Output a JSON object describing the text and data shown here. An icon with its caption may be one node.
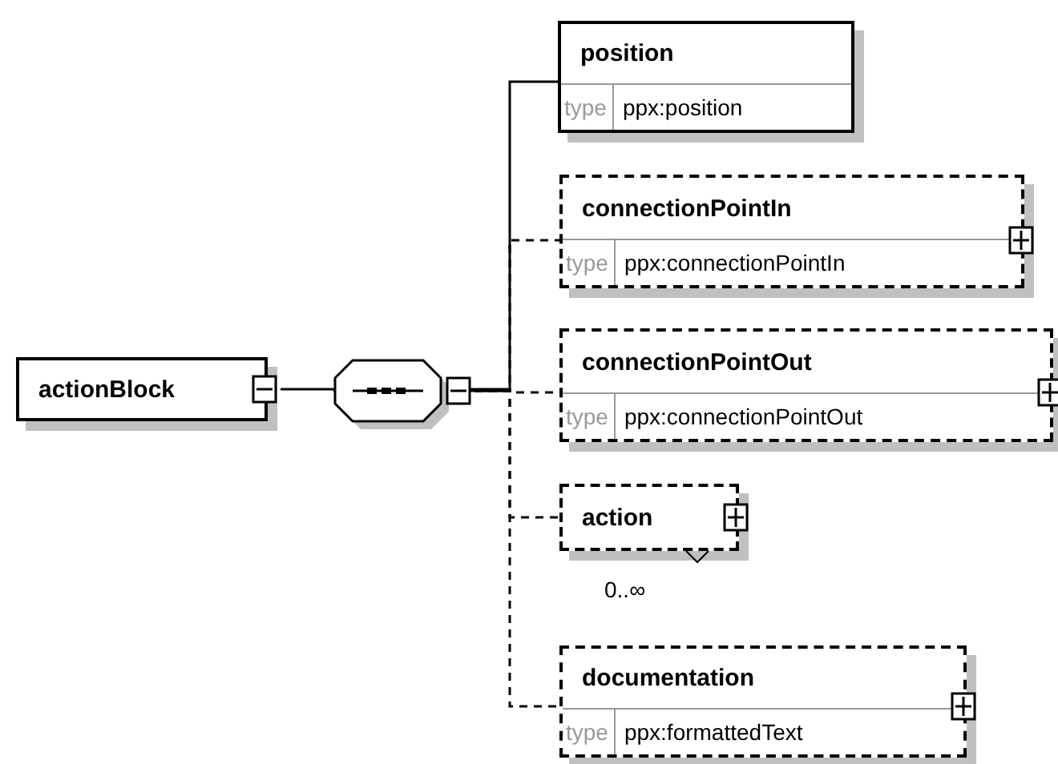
{
  "diagram": {
    "nodes": [
      {
        "text": [
          "actionBlock"
        ]
      },
      {
        "text": [],
        "shape": "octagon"
      },
      {
        "text": [
          "position",
          "type",
          "ppx:position"
        ]
      },
      {
        "text": [
          "connectionPointIn",
          "type",
          "ppx:connectionPointIn"
        ]
      },
      {
        "text": [
          "connectionPointOut",
          "type",
          "ppx:connectionPointOut"
        ]
      },
      {
        "text": [
          "action"
        ],
        "beside": [
          "0..∞"
        ]
      },
      {
        "text": [
          "documentation",
          "type",
          "ppx:formattedText"
        ]
      }
    ],
    "edges": [
      {
        "from": 0,
        "to": 1,
        "arrow": "none"
      },
      {
        "from": 1,
        "to": 2,
        "arrow": "none"
      },
      {
        "from": 1,
        "to": 3,
        "arrow": "none",
        "style": "dashed"
      },
      {
        "from": 1,
        "to": 4,
        "arrow": "none",
        "style": "dashed"
      },
      {
        "from": 1,
        "to": 5,
        "arrow": "none",
        "style": "dashed"
      },
      {
        "from": 1,
        "to": 6,
        "arrow": "none",
        "style": "dashed"
      }
    ]
  }
}
